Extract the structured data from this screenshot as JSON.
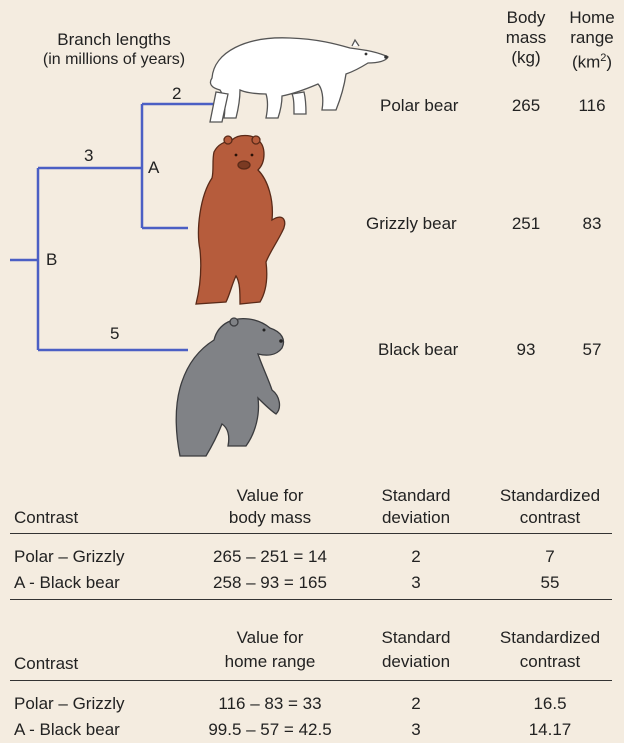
{
  "tree": {
    "branch_lengths_title": [
      "Branch lengths",
      "(in millions of years)"
    ],
    "node_labels": {
      "a": "A",
      "b": "B"
    },
    "branch_labels": {
      "polar": "2",
      "ab": "3",
      "black": "5"
    },
    "line_color": "#4b5fc4"
  },
  "traits": {
    "headers": {
      "body_mass": [
        "Body",
        "mass",
        "(kg)"
      ],
      "home_range": [
        "Home",
        "range",
        "(km",
        "2",
        ")"
      ]
    },
    "rows": [
      {
        "species": "Polar bear",
        "body_mass": "265",
        "home_range": "116"
      },
      {
        "species": "Grizzly bear",
        "body_mass": "251",
        "home_range": "83"
      },
      {
        "species": "Black bear",
        "body_mass": "93",
        "home_range": "57"
      }
    ]
  },
  "bears": {
    "polar": {
      "icon": "polar-bear-icon",
      "color": "#ffffff"
    },
    "grizzly": {
      "icon": "grizzly-bear-icon",
      "color": "#b65c3c"
    },
    "black": {
      "icon": "black-bear-icon",
      "color": "#808286"
    }
  },
  "contrasts_body_mass": {
    "headers": {
      "contrast": "Contrast",
      "value": [
        "Value for",
        "body mass"
      ],
      "sd": [
        "Standard",
        "deviation"
      ],
      "std": [
        "Standardized",
        "contrast"
      ]
    },
    "rows": [
      {
        "contrast": "Polar – Grizzly",
        "value": "265 – 251 = 14",
        "sd": "2",
        "std": "7"
      },
      {
        "contrast": "A - Black bear",
        "value": "258 – 93 = 165",
        "sd": "3",
        "std": "55"
      }
    ]
  },
  "contrasts_home_range": {
    "headers": {
      "contrast": "Contrast",
      "value": [
        "Value for",
        "home range"
      ],
      "sd": [
        "Standard",
        "deviation"
      ],
      "std": [
        "Standardized",
        "contrast"
      ]
    },
    "rows": [
      {
        "contrast": "Polar – Grizzly",
        "value": "116 – 83 = 33",
        "sd": "2",
        "std": "16.5"
      },
      {
        "contrast": "A - Black bear",
        "value": "99.5 – 57 = 42.5",
        "sd": "3",
        "std": "14.17"
      }
    ]
  }
}
